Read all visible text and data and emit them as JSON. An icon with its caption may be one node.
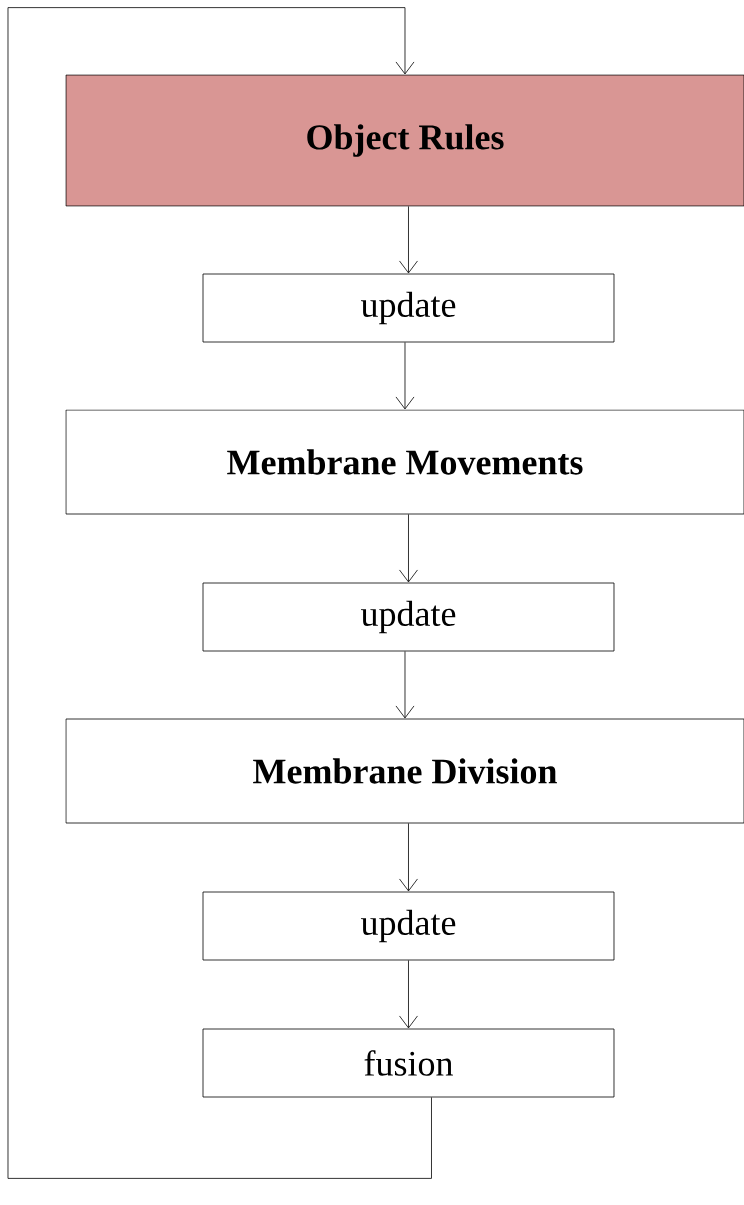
{
  "diagram": {
    "nodes": [
      {
        "text": [
          "Object Rules"
        ]
      },
      {
        "text": [
          "update"
        ]
      },
      {
        "text": [
          "Membrane Movements"
        ]
      },
      {
        "text": [
          "update"
        ]
      },
      {
        "text": [
          "Membrane Division"
        ]
      },
      {
        "text": [
          "update"
        ]
      },
      {
        "text": [
          "fusion"
        ]
      }
    ],
    "edges": [
      {
        "from": 0,
        "to": 1,
        "arrow": "to"
      },
      {
        "from": 1,
        "to": 2,
        "arrow": "to"
      },
      {
        "from": 2,
        "to": 3,
        "arrow": "to"
      },
      {
        "from": 3,
        "to": 4,
        "arrow": "to"
      },
      {
        "from": 4,
        "to": 5,
        "arrow": "to"
      },
      {
        "from": 5,
        "to": 6,
        "arrow": "to"
      },
      {
        "from": 6,
        "to": 0,
        "arrow": "to"
      }
    ]
  }
}
